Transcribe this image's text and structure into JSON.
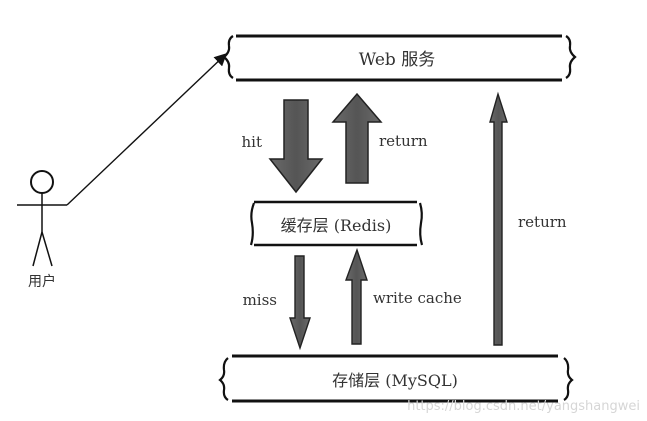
{
  "diagram": {
    "actor": {
      "label": "用户"
    },
    "layers": {
      "web": {
        "label": "Web 服务"
      },
      "cache": {
        "label": "缓存层  (Redis)"
      },
      "storage": {
        "label": "存储层  (MySQL)"
      }
    },
    "arrows": {
      "hit": {
        "label": "hit",
        "direction": "down",
        "from": "web",
        "to": "cache"
      },
      "return_cache": {
        "label": "return",
        "direction": "up",
        "from": "cache",
        "to": "web"
      },
      "miss": {
        "label": "miss",
        "direction": "down",
        "from": "cache",
        "to": "storage"
      },
      "write_cache": {
        "label": "write cache",
        "direction": "up",
        "from": "storage",
        "to": "cache"
      },
      "return_storage": {
        "label": "return",
        "direction": "up",
        "from": "storage",
        "to": "web"
      },
      "user_request": {
        "label": "",
        "from": "actor",
        "to": "web"
      }
    },
    "watermark": "https://blog.csdn.net/yangshangwei",
    "colors": {
      "arrow_fill": "#5e5e5e",
      "arrow_stroke": "#222222",
      "line": "#111111",
      "text": "#333333"
    }
  }
}
